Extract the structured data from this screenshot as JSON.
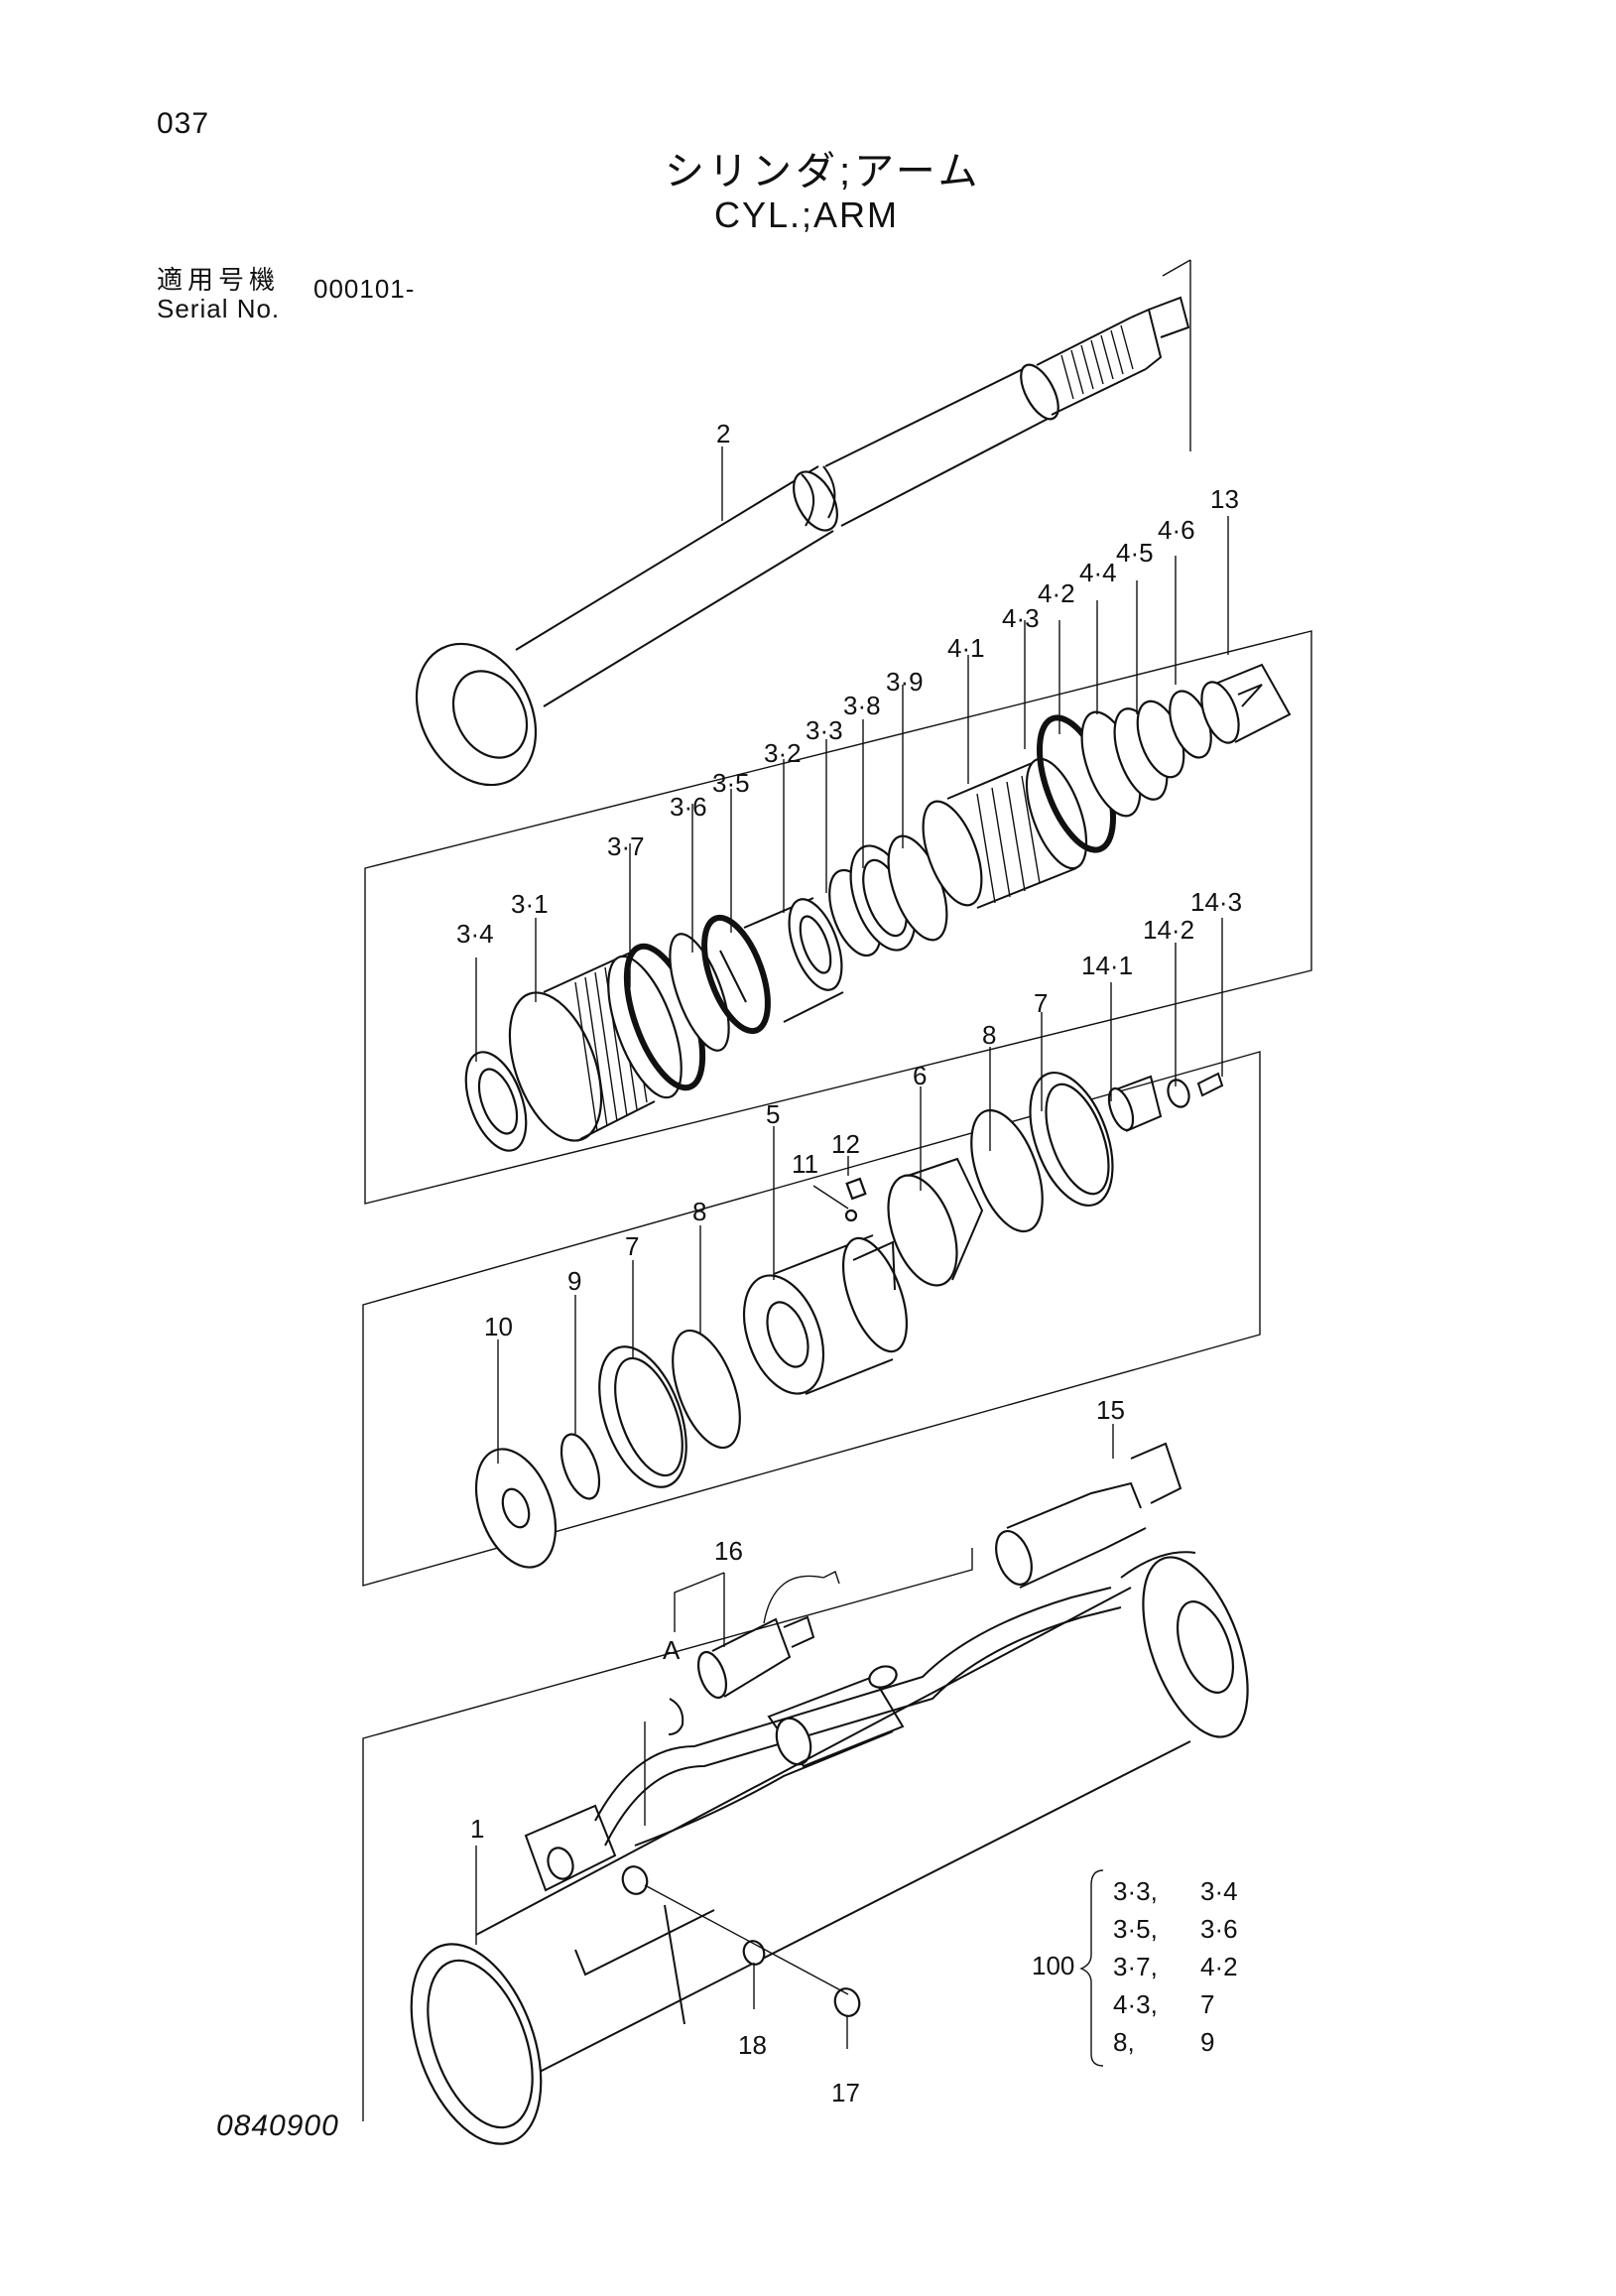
{
  "page_number": "037",
  "title": {
    "ja": "シリンダ;アーム",
    "en": "CYL.;ARM"
  },
  "serial": {
    "label_ja": "適用号機",
    "label_en": "Serial No.",
    "value": "000101-"
  },
  "drawing_number": "0840900",
  "callouts": [
    {
      "id": "c-2",
      "text": "2"
    },
    {
      "id": "c-13",
      "text": "13"
    },
    {
      "id": "c-4-6",
      "text": "4·6"
    },
    {
      "id": "c-4-5",
      "text": "4·5"
    },
    {
      "id": "c-4-4",
      "text": "4·4"
    },
    {
      "id": "c-4-2",
      "text": "4·2"
    },
    {
      "id": "c-4-3",
      "text": "4·3"
    },
    {
      "id": "c-4-1",
      "text": "4·1"
    },
    {
      "id": "c-3-9",
      "text": "3·9"
    },
    {
      "id": "c-3-8",
      "text": "3·8"
    },
    {
      "id": "c-3-3",
      "text": "3·3"
    },
    {
      "id": "c-3-2",
      "text": "3·2"
    },
    {
      "id": "c-3-5",
      "text": "3·5"
    },
    {
      "id": "c-3-6",
      "text": "3·6"
    },
    {
      "id": "c-3-7",
      "text": "3·7"
    },
    {
      "id": "c-3-1",
      "text": "3·1"
    },
    {
      "id": "c-3-4",
      "text": "3·4"
    },
    {
      "id": "c-14-3",
      "text": "14·3"
    },
    {
      "id": "c-14-2",
      "text": "14·2"
    },
    {
      "id": "c-14-1",
      "text": "14·1"
    },
    {
      "id": "c-7a",
      "text": "7"
    },
    {
      "id": "c-8a",
      "text": "8"
    },
    {
      "id": "c-6",
      "text": "6"
    },
    {
      "id": "c-12",
      "text": "12"
    },
    {
      "id": "c-11",
      "text": "11"
    },
    {
      "id": "c-5",
      "text": "5"
    },
    {
      "id": "c-8b",
      "text": "8"
    },
    {
      "id": "c-7b",
      "text": "7"
    },
    {
      "id": "c-9",
      "text": "9"
    },
    {
      "id": "c-10",
      "text": "10"
    },
    {
      "id": "c-15",
      "text": "15"
    },
    {
      "id": "c-16",
      "text": "16"
    },
    {
      "id": "c-A",
      "text": "A"
    },
    {
      "id": "c-1",
      "text": "1"
    },
    {
      "id": "c-18",
      "text": "18"
    },
    {
      "id": "c-17",
      "text": "17"
    }
  ],
  "seal_kit": {
    "number": "100",
    "rows": [
      [
        "3·3,",
        "3·4"
      ],
      [
        "3·5,",
        "3·6"
      ],
      [
        "3·7,",
        "4·2"
      ],
      [
        "4·3,",
        "7"
      ],
      [
        "8,",
        "9"
      ]
    ]
  }
}
